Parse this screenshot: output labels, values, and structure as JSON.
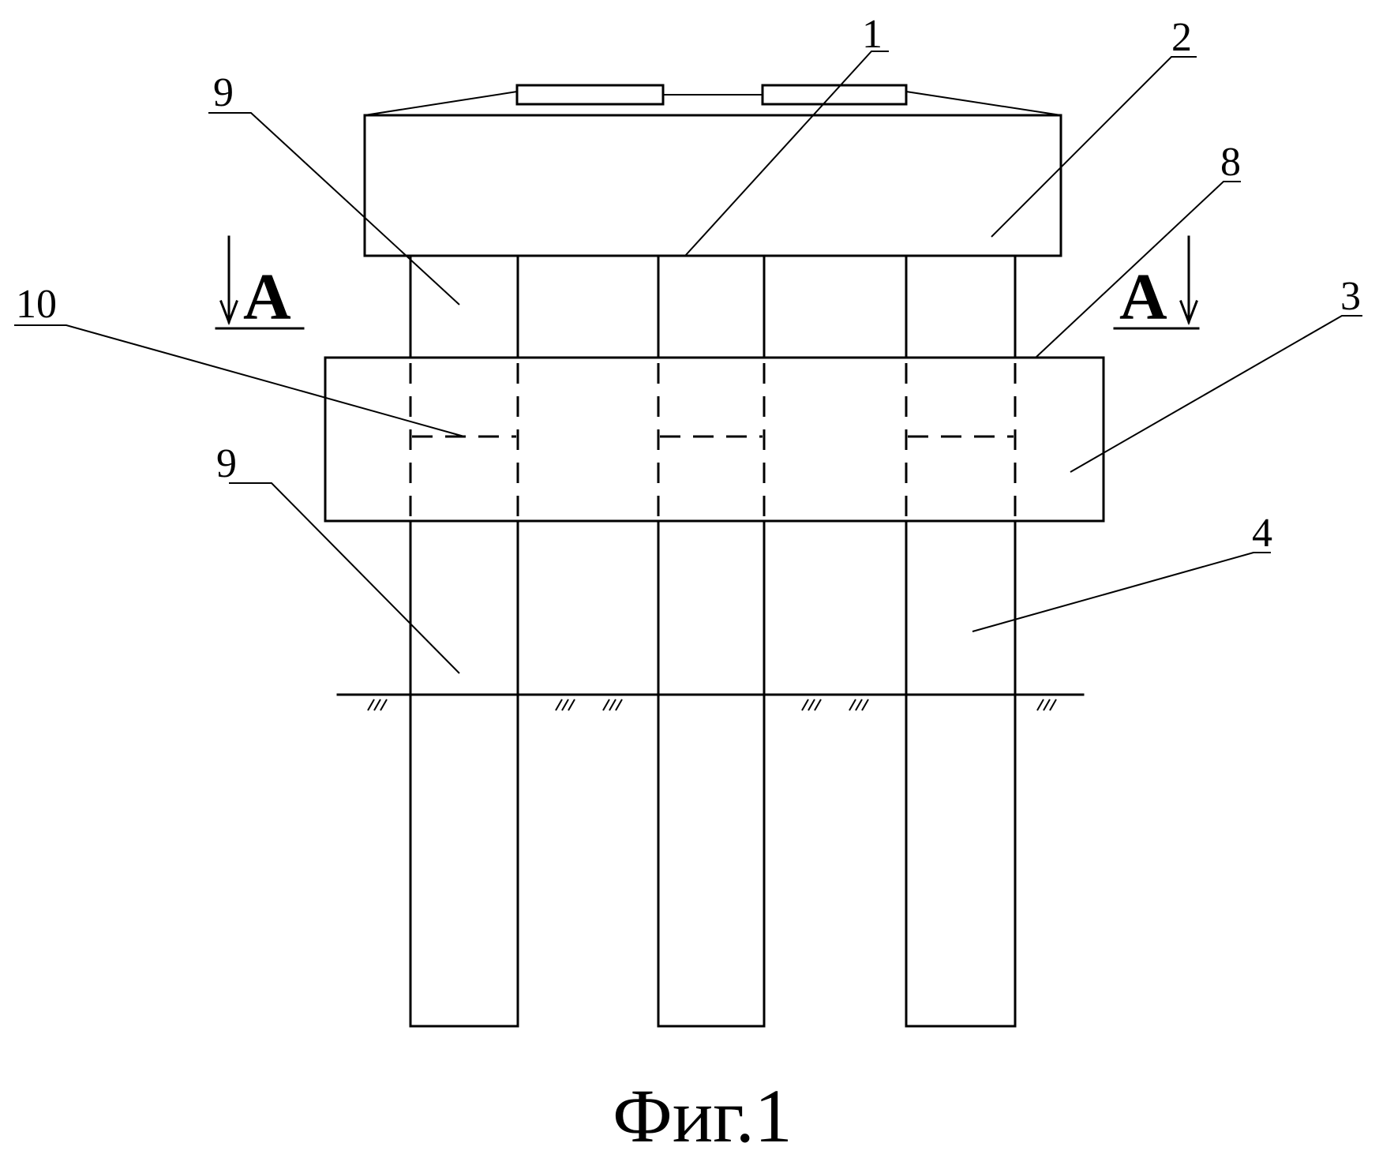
{
  "figure": {
    "caption": "Фиг.1",
    "section_marker": {
      "left": "A",
      "right": "A"
    },
    "part_labels": {
      "p1": "1",
      "p2": "2",
      "p3": "3",
      "p4": "4",
      "p8": "8",
      "p9_upper": "9",
      "p9_lower": "9",
      "p10": "10"
    }
  }
}
